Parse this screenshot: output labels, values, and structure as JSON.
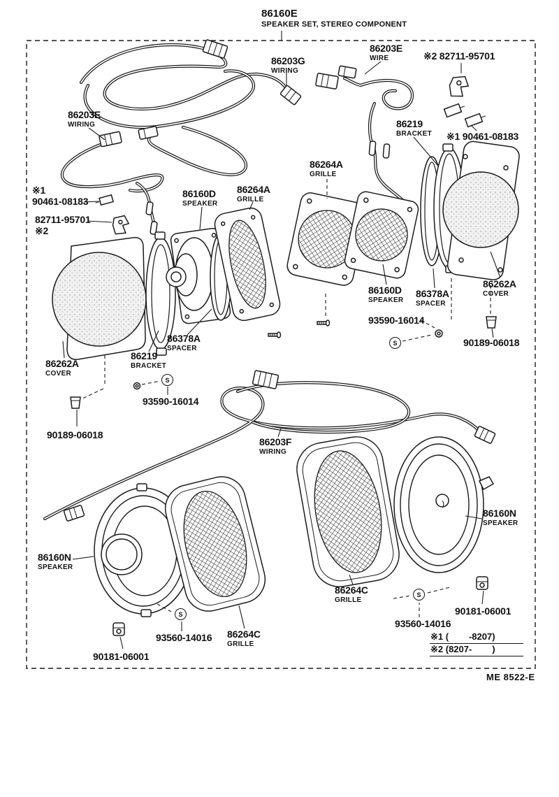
{
  "diagram": {
    "title_code": "86160E",
    "title_name": "SPEAKER SET, STEREO COMPONENT",
    "plate_code": "ME  8522-E",
    "notes": [
      "※1 (        -8207)",
      "※2 (8207-        )"
    ],
    "screw_marker": "S"
  },
  "labels": {
    "t86203g": {
      "lines": [
        "86203G",
        "WIRING"
      ]
    },
    "t86203e_wire": {
      "lines": [
        "86203E",
        "WIRE"
      ]
    },
    "t82711_top": {
      "lines": [
        "※2 82711-95701"
      ]
    },
    "t86203e_wiring": {
      "lines": [
        "86203E",
        "WIRING"
      ]
    },
    "t86219_r": {
      "lines": [
        "86219",
        "BRACKET"
      ]
    },
    "t90461_r": {
      "lines": [
        "※1 90461-08183"
      ]
    },
    "t86264a_r": {
      "lines": [
        "86264A",
        "GRILLE"
      ]
    },
    "t90461_l": {
      "lines": [
        "※1",
        "90461-08183"
      ]
    },
    "t82711_l": {
      "lines": [
        "82711-95701",
        "※2"
      ]
    },
    "t86160d_l": {
      "lines": [
        "86160D",
        "SPEAKER"
      ]
    },
    "t86264a_l": {
      "lines": [
        "86264A",
        "GRILLE"
      ]
    },
    "t86262a_r": {
      "lines": [
        "86262A",
        "COVER"
      ]
    },
    "t86160d_r": {
      "lines": [
        "86160D",
        "SPEAKER"
      ]
    },
    "t86378a_r": {
      "lines": [
        "86378A",
        "SPACER"
      ]
    },
    "t93590_r": {
      "lines": [
        "93590-16014"
      ]
    },
    "t90189_r": {
      "lines": [
        "90189-06018"
      ]
    },
    "t86378a_l": {
      "lines": [
        "86378A",
        "SPACER"
      ]
    },
    "t86219_l": {
      "lines": [
        "86219",
        "BRACKET"
      ]
    },
    "t86262a_l": {
      "lines": [
        "86262A",
        "COVER"
      ]
    },
    "t93590_l": {
      "lines": [
        "93590-16014"
      ]
    },
    "t90189_l": {
      "lines": [
        "90189-06018"
      ]
    },
    "t86203f": {
      "lines": [
        "86203F",
        "WIRING"
      ]
    },
    "t86160n_r": {
      "lines": [
        "86160N",
        "SPEAKER"
      ]
    },
    "t86160n_l": {
      "lines": [
        "86160N",
        "SPEAKER"
      ]
    },
    "t86264c_r": {
      "lines": [
        "86264C",
        "GRILLE"
      ]
    },
    "t93560_r": {
      "lines": [
        "93560-14016"
      ]
    },
    "t90181_r": {
      "lines": [
        "90181-06001"
      ]
    },
    "t93560_l": {
      "lines": [
        "93560-14016"
      ]
    },
    "t86264c_l": {
      "lines": [
        "86264C",
        "GRILLE"
      ]
    },
    "t90181_l": {
      "lines": [
        "90181-06001"
      ]
    }
  }
}
